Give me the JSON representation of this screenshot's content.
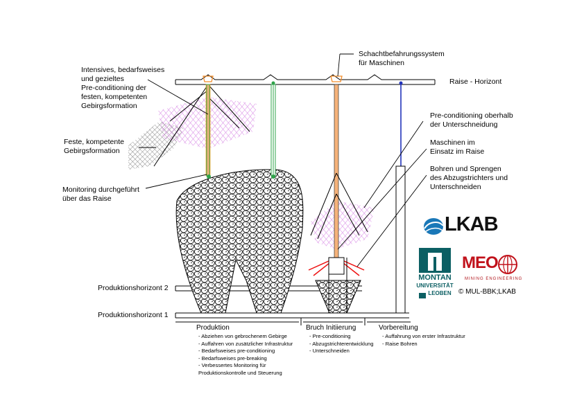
{
  "labels": {
    "schacht": [
      "Schachtbefahrungssystem",
      "für Maschinen"
    ],
    "raise_horizont": "Raise - Horizont",
    "intensives": [
      "Intensives, bedarfsweises",
      "und gezieltes",
      "Pre-conditioning der",
      "festen, kompetenten",
      "Gebirgsformation"
    ],
    "feste": [
      "Feste, kompetente",
      "Gebirgsformation"
    ],
    "monitoring": [
      "Monitoring durchgeführt",
      "über das Raise"
    ],
    "preconditioning_oberhalb": [
      "Pre-conditioning oberhalb",
      "der Unterschneidung"
    ],
    "maschinen": [
      "Maschinen im",
      "Einsatz im Raise"
    ],
    "bohren": [
      "Bohren und Sprengen",
      "des Abzugstrichters und",
      "Unterschneiden"
    ],
    "prod_horizont_2": "Produktionshorizont 2",
    "prod_horizont_1": "Produktionshorizont  1"
  },
  "phases": {
    "produktion": {
      "title": "Produktion",
      "items": [
        "- Abziehen von gebrochenem Gebirge",
        "- Auffahren von zusätzlicher Infrastruktur",
        "- Bedarfsweises pre-conditioning",
        "- Bedarfsweises pre-breaking",
        "- Verbessertes Monitoring für",
        "  Produktionskontrolle und Steuerung"
      ]
    },
    "bruch": {
      "title": "Bruch Initiierung",
      "items": [
        "- Pre-conditioning",
        "- Abzugstrichterentwicklung",
        "- Unterschneiden"
      ]
    },
    "vorbereitung": {
      "title": "Vorbereitung",
      "items": [
        "- Auffahrung von erster Infrastruktur",
        "- Raise Bohren"
      ]
    }
  },
  "logos": {
    "lkab": "LKAB",
    "montan_lines": [
      "MONTAN",
      "UNIVERSITÄT",
      "LEOBEN"
    ],
    "meo": "MEO",
    "meo_sub": "MINING ENGINEERING",
    "copyright": "© MUL-BBK;LKAB"
  },
  "colors": {
    "hatch_pink": "#d98ee6",
    "hatch_gray": "#9a9a9a",
    "raise_orange": "#f5b27a",
    "raise_green": "#2fa34a",
    "raise_blue": "#2233bb",
    "blast_red": "#ee1111",
    "lkab_blue": "#1a78b8",
    "montan_teal": "#0b5f63",
    "meo_red": "#c1121b"
  }
}
